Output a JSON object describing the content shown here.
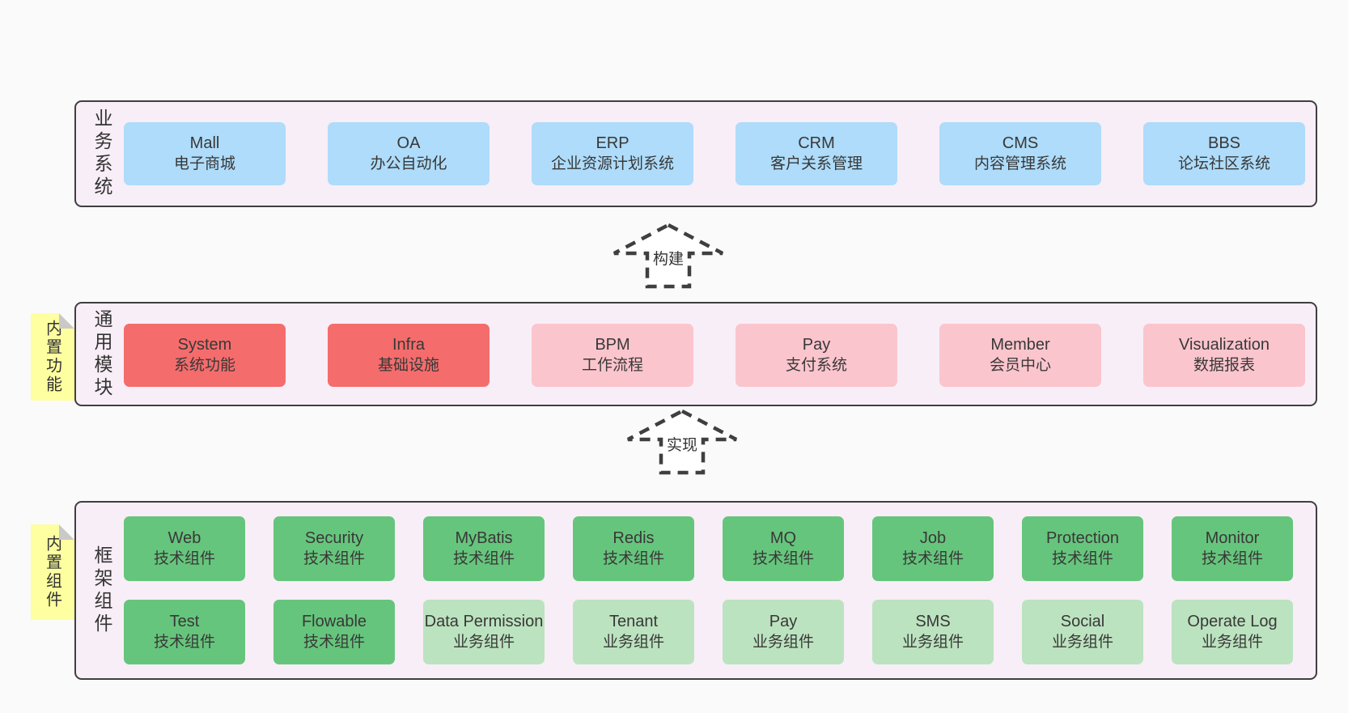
{
  "colors": {
    "page_bg": "#fafafa",
    "section_bg": "#f8eef7",
    "section_border": "#3f3f3f",
    "blue_box": "#aedcfa",
    "red_box": "#f56c6c",
    "pink_box": "#fbc5cd",
    "green_box": "#66c57c",
    "light_green_box": "#bce3bf",
    "sticky_note": "#feffa0",
    "note_fold": "#c9c9c9",
    "text": "#383838"
  },
  "sections": {
    "business": {
      "label": "业务系统",
      "boxes": [
        {
          "title": "Mall",
          "subtitle": "电子商城"
        },
        {
          "title": "OA",
          "subtitle": "办公自动化"
        },
        {
          "title": "ERP",
          "subtitle": "企业资源计划系统"
        },
        {
          "title": "CRM",
          "subtitle": "客户关系管理"
        },
        {
          "title": "CMS",
          "subtitle": "内容管理系统"
        },
        {
          "title": "BBS",
          "subtitle": "论坛社区系统"
        }
      ]
    },
    "modules": {
      "label": "通用模块",
      "note": "内置功能",
      "boxes": [
        {
          "title": "System",
          "subtitle": "系统功能"
        },
        {
          "title": "Infra",
          "subtitle": "基础设施"
        },
        {
          "title": "BPM",
          "subtitle": "工作流程"
        },
        {
          "title": "Pay",
          "subtitle": "支付系统"
        },
        {
          "title": "Member",
          "subtitle": "会员中心"
        },
        {
          "title": "Visualization",
          "subtitle": "数据报表"
        }
      ]
    },
    "components": {
      "label": "框架组件",
      "note": "内置组件",
      "row1": [
        {
          "title": "Web",
          "subtitle": "技术组件"
        },
        {
          "title": "Security",
          "subtitle": "技术组件"
        },
        {
          "title": "MyBatis",
          "subtitle": "技术组件"
        },
        {
          "title": "Redis",
          "subtitle": "技术组件"
        },
        {
          "title": "MQ",
          "subtitle": "技术组件"
        },
        {
          "title": "Job",
          "subtitle": "技术组件"
        },
        {
          "title": "Protection",
          "subtitle": "技术组件"
        },
        {
          "title": "Monitor",
          "subtitle": "技术组件"
        }
      ],
      "row2": [
        {
          "title": "Test",
          "subtitle": "技术组件"
        },
        {
          "title": "Flowable",
          "subtitle": "技术组件"
        },
        {
          "title": "Data Permission",
          "subtitle": "业务组件"
        },
        {
          "title": "Tenant",
          "subtitle": "业务组件"
        },
        {
          "title": "Pay",
          "subtitle": "业务组件"
        },
        {
          "title": "SMS",
          "subtitle": "业务组件"
        },
        {
          "title": "Social",
          "subtitle": "业务组件"
        },
        {
          "title": "Operate Log",
          "subtitle": "业务组件"
        }
      ]
    }
  },
  "arrows": {
    "build": "构建",
    "implement": "实现"
  }
}
